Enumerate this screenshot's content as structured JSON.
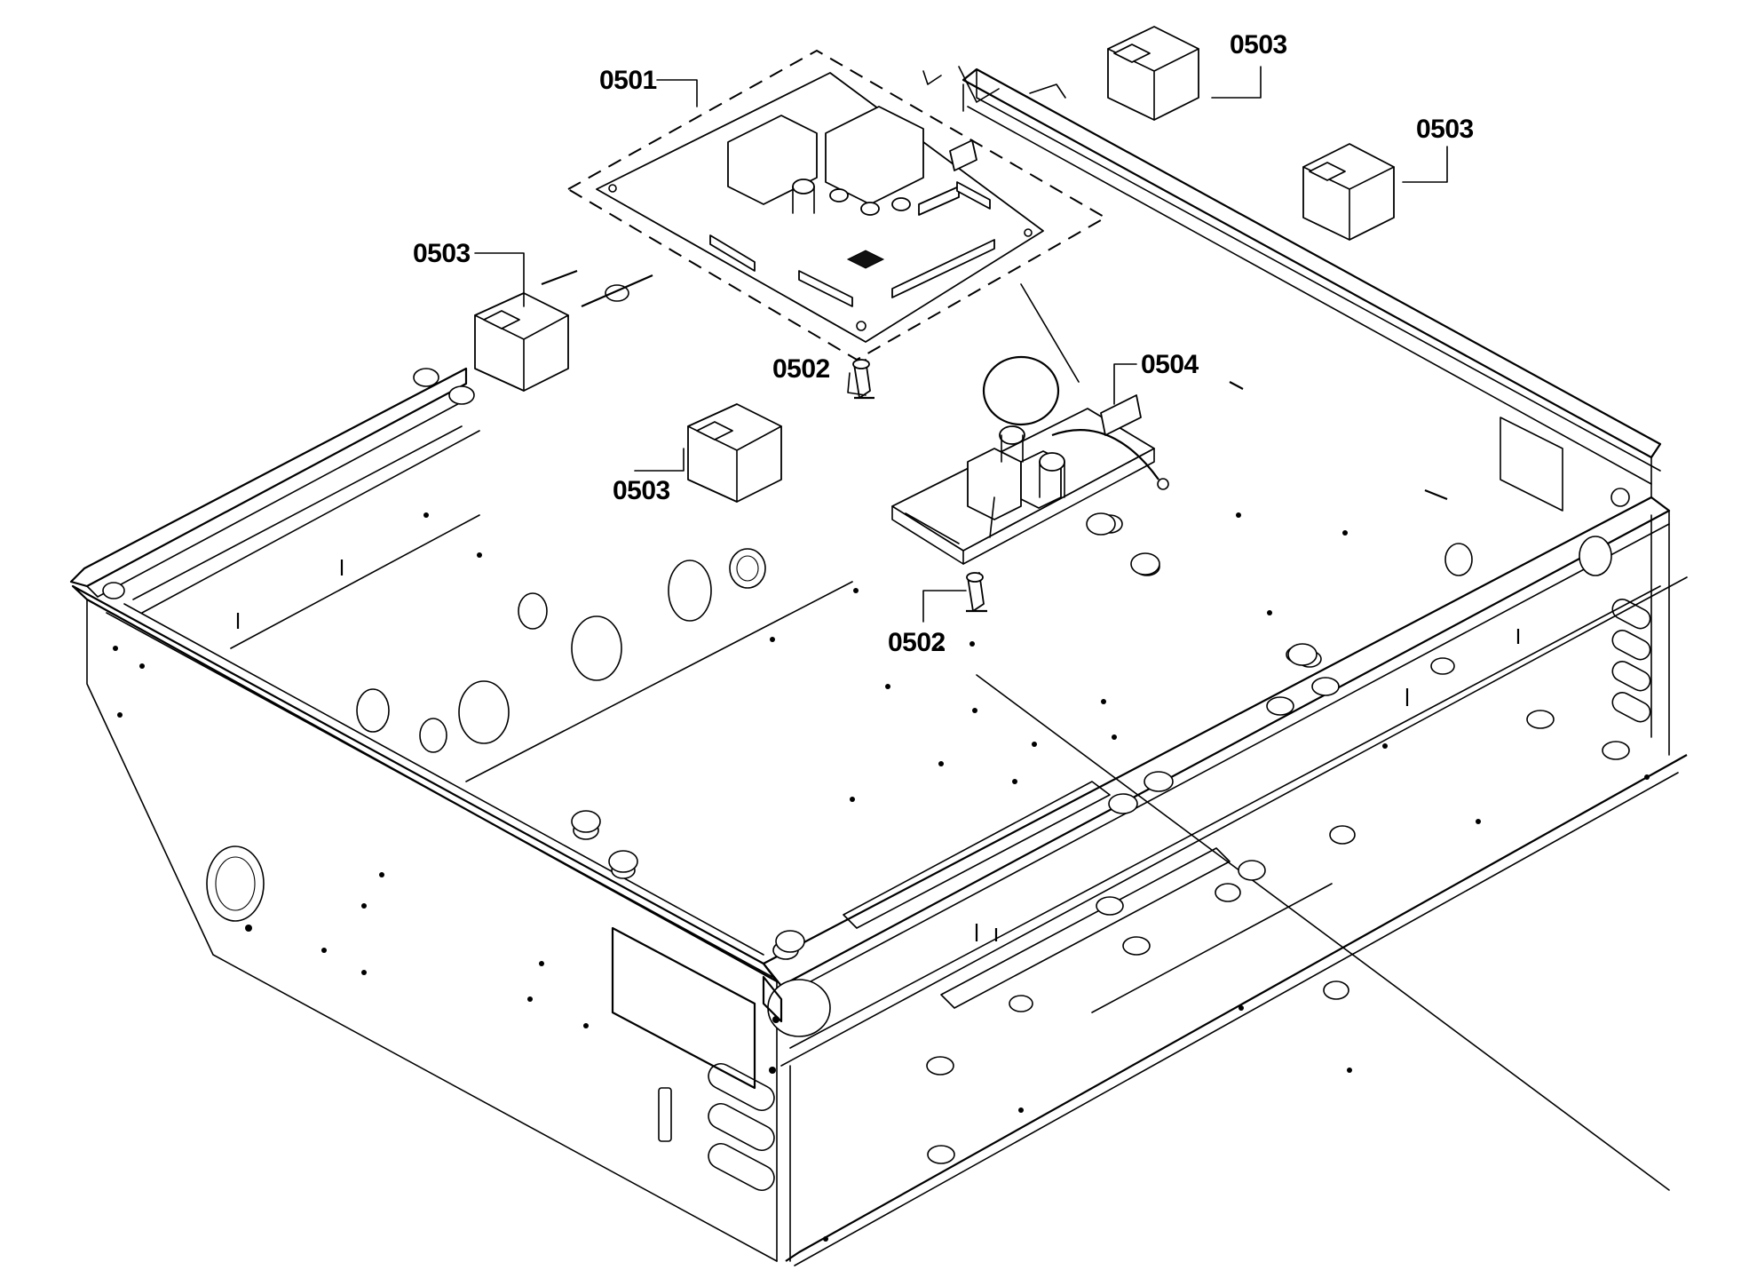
{
  "diagram": {
    "callouts": [
      {
        "id": "0501",
        "text": "0501"
      },
      {
        "id": "0502a",
        "text": "0502"
      },
      {
        "id": "0502b",
        "text": "0502"
      },
      {
        "id": "0503a",
        "text": "0503"
      },
      {
        "id": "0503b",
        "text": "0503"
      },
      {
        "id": "0503c",
        "text": "0503"
      },
      {
        "id": "0503d",
        "text": "0503"
      },
      {
        "id": "0504",
        "text": "0504"
      }
    ]
  }
}
